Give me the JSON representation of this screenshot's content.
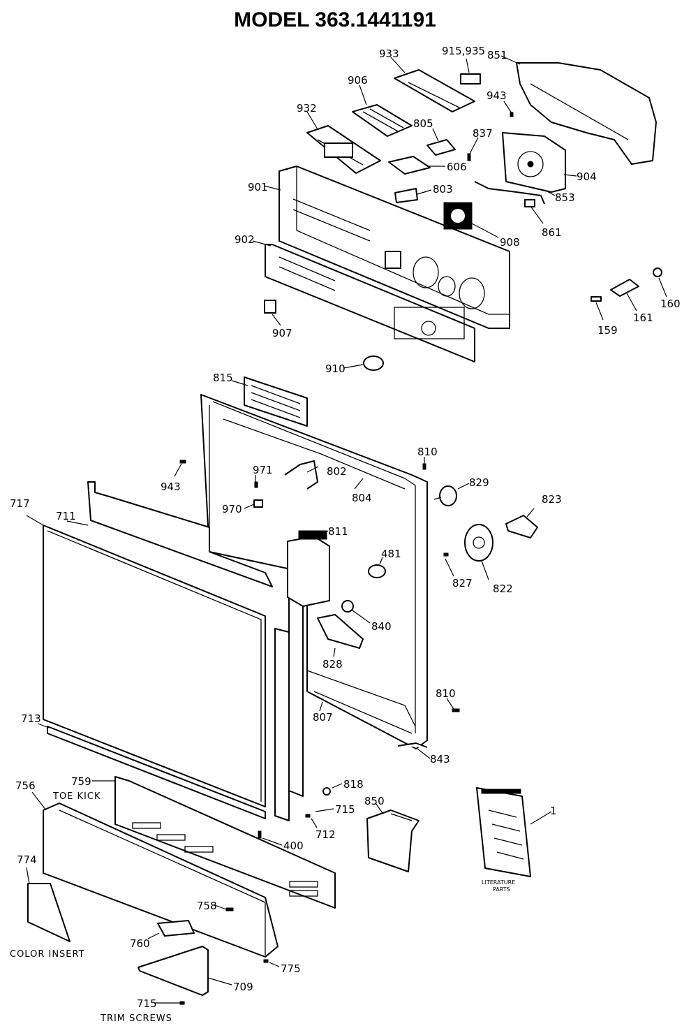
{
  "title": "MODEL 363.1441191",
  "labels": {
    "p933": "933",
    "p915_935": "915,935",
    "p851": "851",
    "p906": "906",
    "p943_top": "943",
    "p932": "932",
    "p805": "805",
    "p837": "837",
    "p606": "606",
    "p804_top": "904",
    "p901": "901",
    "p803": "803",
    "p853": "853",
    "p861": "861",
    "p908": "908",
    "p902": "902",
    "p160": "160",
    "p161": "161",
    "p159": "159",
    "p907": "907",
    "p910": "910",
    "p815": "815",
    "p810_top": "810",
    "p802": "802",
    "p971": "971",
    "p943_mid": "943",
    "p804": "804",
    "p829": "829",
    "p823": "823",
    "p970": "970",
    "p717": "717",
    "p711": "711",
    "p811": "811",
    "p481": "481",
    "p827": "827",
    "p822": "822",
    "p840": "840",
    "p828": "828",
    "p810_bot": "810",
    "p713": "713",
    "p807": "807",
    "p843": "843",
    "p759": "759",
    "p818": "818",
    "p756": "756",
    "p850": "850",
    "p1": "1",
    "p715_mid": "715",
    "p712": "712",
    "p400": "400",
    "p774": "774",
    "p758": "758",
    "p760": "760",
    "p775": "775",
    "p709": "709",
    "p715_bot": "715"
  },
  "captions": {
    "toe_kick": "TOE KICK",
    "color_insert": "COLOR INSERT",
    "trim_screws": "TRIM SCREWS",
    "literature_parts_line1": "LITERATURE",
    "literature_parts_line2": "PARTS"
  }
}
